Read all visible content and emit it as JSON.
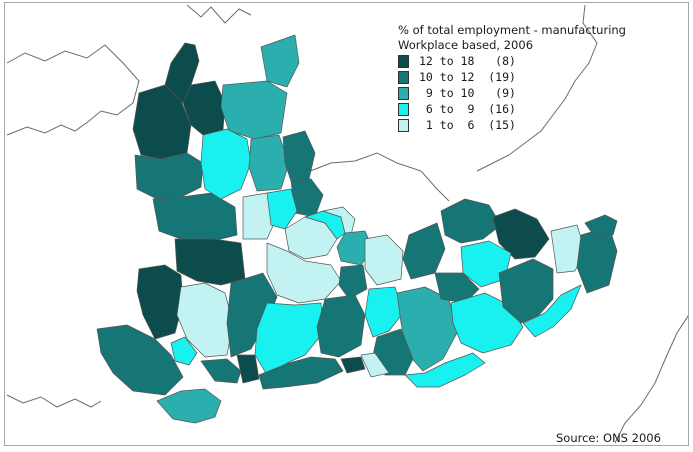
{
  "legend": {
    "title_line1": "% of total employment - manufacturing",
    "title_line2": "Workplace based, 2006",
    "items": [
      {
        "label": "12 to 18   (8)",
        "color": "#0d4c4c"
      },
      {
        "label": "10 to 12  (19)",
        "color": "#167575"
      },
      {
        "label": " 9 to 10   (9)",
        "color": "#2aaeae"
      },
      {
        "label": " 6 to  9  (16)",
        "color": "#19f0f0"
      },
      {
        "label": " 1 to  6  (15)",
        "color": "#c2f2f2"
      }
    ]
  },
  "source": "Source:  ONS 2006"
}
